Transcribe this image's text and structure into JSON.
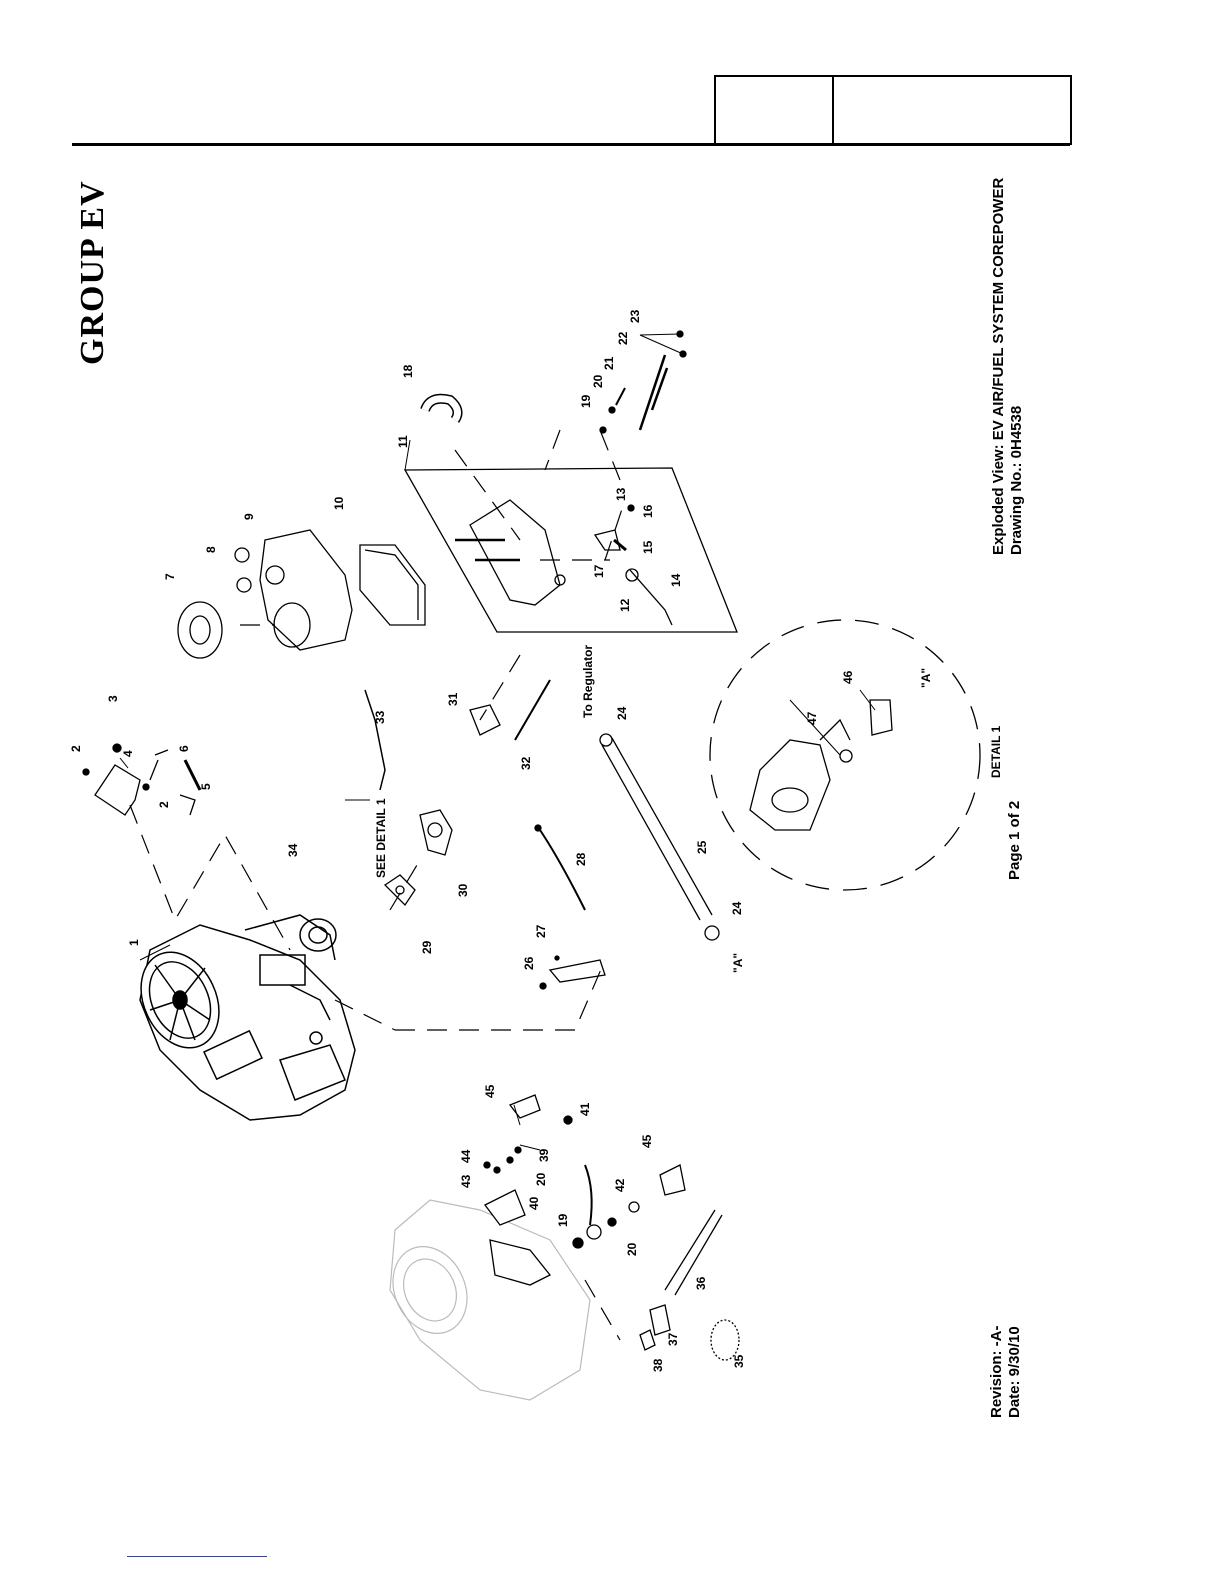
{
  "group_title": "GROUP EV",
  "sheet": {
    "title_line1": "Exploded View: EV AIR/FUEL SYSTEM COREPOWER",
    "title_line2": "Drawing No.: 0H4538"
  },
  "page_label": "Page 1 of 2",
  "revision": "Revision: -A-",
  "date": "Date: 9/30/10",
  "annotations": {
    "see_detail": "SEE DETAIL 1",
    "to_regulator": "To Regulator",
    "detail_label": "DETAIL 1",
    "ref_a_1": "\"A\"",
    "ref_a_2": "\"A\""
  },
  "callouts": [
    "1",
    "2",
    "2",
    "2",
    "3",
    "4",
    "5",
    "6",
    "7",
    "8",
    "9",
    "10",
    "11",
    "12",
    "13",
    "14",
    "15",
    "16",
    "17",
    "18",
    "19",
    "20",
    "21",
    "22",
    "23",
    "24",
    "24",
    "25",
    "26",
    "27",
    "28",
    "29",
    "30",
    "31",
    "32",
    "33",
    "34",
    "35",
    "36",
    "37",
    "38",
    "19",
    "20",
    "39",
    "20",
    "40",
    "41",
    "42",
    "43",
    "44",
    "45",
    "45",
    "46",
    "47"
  ]
}
